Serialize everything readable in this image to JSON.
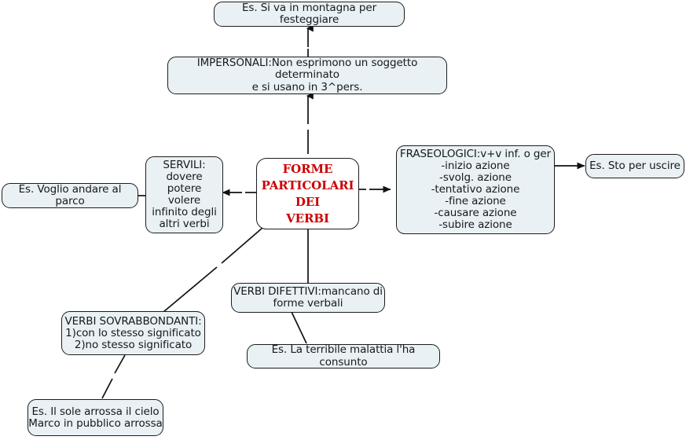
{
  "diagram": {
    "title": "FORME PARTICOLARI DEI VERBI",
    "colors": {
      "node_fill": "#eaf1f4",
      "center_fill": "#ffffff",
      "center_text": "#cc0000",
      "node_text": "#16191c",
      "stroke": "#1c1c1c",
      "background": "#ffffff"
    },
    "nodes": {
      "center": "FORME\nPARTICOLARI\nDEI\nVERBI",
      "es_montagna": "Es. Si va in montagna per festeggiare",
      "impersonali": "IMPERSONALI:Non esprimono un soggetto determinato\ne si usano in 3^pers.",
      "servili": "SERVILI:\ndovere\npotere\nvolere\ninfinito degli\naltri verbi",
      "es_parco": "Es. Voglio andare al parco",
      "fraseologici": "FRASEOLOGICI:v+v inf. o ger\n-inizio azione\n-svolg. azione\n-tentativo azione\n-fine azione\n-causare azione\n-subire azione",
      "es_uscire": "Es. Sto per uscire",
      "sovrabbondanti": "VERBI SOVRABBONDANTI:\n1)con lo stesso significato\n2)no stesso significato",
      "es_arrossa": "Es. Il sole arrossa il cielo\nMarco in pubblico arrossa",
      "difettivi": "VERBI DIFETTIVI:mancano di\nforme verbali",
      "es_malattia": "Es. La terribile malattia l'ha consunto"
    },
    "edges": [
      {
        "from": "center",
        "to": "impersonali",
        "arrow": "up"
      },
      {
        "from": "impersonali",
        "to": "es_montagna",
        "arrow": "up"
      },
      {
        "from": "center",
        "to": "servili",
        "arrow": "left"
      },
      {
        "from": "servili",
        "to": "es_parco",
        "arrow": "none"
      },
      {
        "from": "center",
        "to": "fraseologici",
        "arrow": "right"
      },
      {
        "from": "fraseologici",
        "to": "es_uscire",
        "arrow": "right"
      },
      {
        "from": "center",
        "to": "sovrabbondanti",
        "arrow": "none"
      },
      {
        "from": "sovrabbondanti",
        "to": "es_arrossa",
        "arrow": "none"
      },
      {
        "from": "center",
        "to": "difettivi",
        "arrow": "none"
      },
      {
        "from": "difettivi",
        "to": "es_malattia",
        "arrow": "none"
      }
    ]
  }
}
